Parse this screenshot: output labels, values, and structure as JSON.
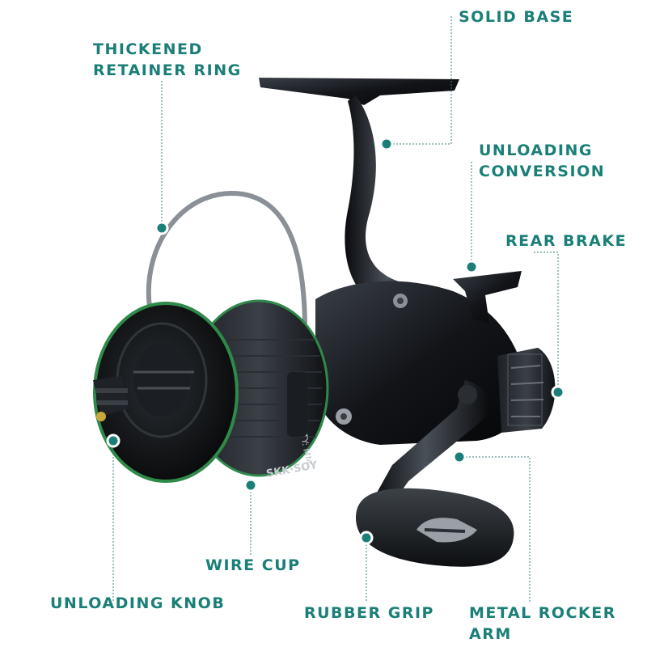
{
  "labels": {
    "solid_base": "SOLID BASE",
    "thickened_line1": "THICKENED",
    "thickened_line2": "RETAINER RING",
    "unloading_conversion_line1": "UNLOADING",
    "unloading_conversion_line2": "CONVERSION",
    "rear_brake": "REAR BRAKE",
    "wire_cup": "WIRE CUP",
    "unloading_knob": "UNLOADING KNOB",
    "rubber_grip": "RUBBER GRIP",
    "metal_rocker_line1": "METAL ROCKER",
    "metal_rocker_line2": "ARM"
  },
  "spool_text": {
    "brand": "SKK·SOY",
    "capacity": "LINE CAPACITY: MM"
  },
  "colors": {
    "accent": "#1a7f77",
    "reel_body": "#111418",
    "spool_ring": "#2f8a4a"
  }
}
